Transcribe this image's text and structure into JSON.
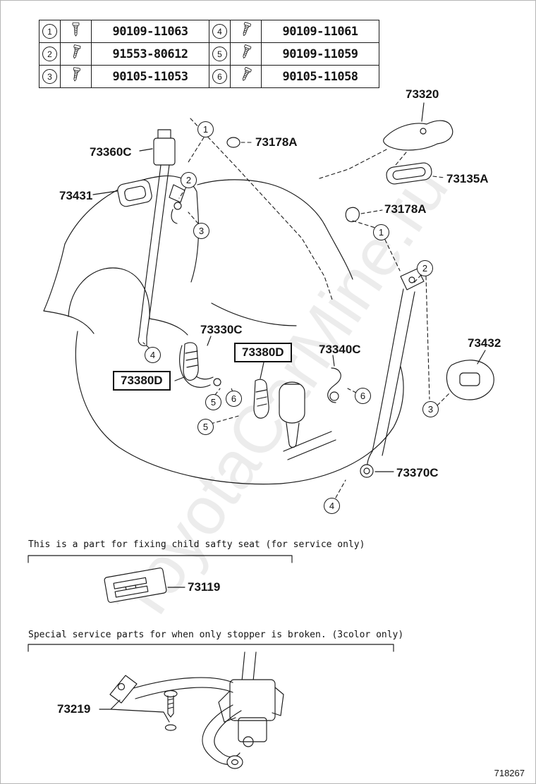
{
  "page": {
    "doc_number": "718267",
    "watermark": "ToyotaCarMine.ru"
  },
  "fastener_table": {
    "rows": [
      {
        "left_num": "1",
        "left_part": "90109-11063",
        "right_num": "4",
        "right_part": "90109-11061"
      },
      {
        "left_num": "2",
        "left_part": "91553-80612",
        "right_num": "5",
        "right_part": "90109-11059"
      },
      {
        "left_num": "3",
        "left_part": "90105-11053",
        "right_num": "6",
        "right_part": "90105-11058"
      }
    ],
    "icon": "screw-icon"
  },
  "part_labels": [
    {
      "text": "73320"
    },
    {
      "text": "73178A"
    },
    {
      "text": "73360C"
    },
    {
      "text": "73135A"
    },
    {
      "text": "73431"
    },
    {
      "text": "73178A"
    },
    {
      "text": "73330C"
    },
    {
      "text": "73380D",
      "boxed": true
    },
    {
      "text": "73340C"
    },
    {
      "text": "73432"
    },
    {
      "text": "73380D",
      "boxed": true
    },
    {
      "text": "73370C"
    },
    {
      "text": "73119"
    },
    {
      "text": "73219"
    }
  ],
  "callouts": [
    {
      "n": "1"
    },
    {
      "n": "2"
    },
    {
      "n": "3"
    },
    {
      "n": "1"
    },
    {
      "n": "2"
    },
    {
      "n": "4"
    },
    {
      "n": "5"
    },
    {
      "n": "6"
    },
    {
      "n": "5"
    },
    {
      "n": "6"
    },
    {
      "n": "3"
    },
    {
      "n": "4"
    }
  ],
  "notes": {
    "child_seat": "This is a part for fixing child safty seat (for service only)",
    "special_service": "Special service parts for when only stopper is broken. (3color only)"
  }
}
